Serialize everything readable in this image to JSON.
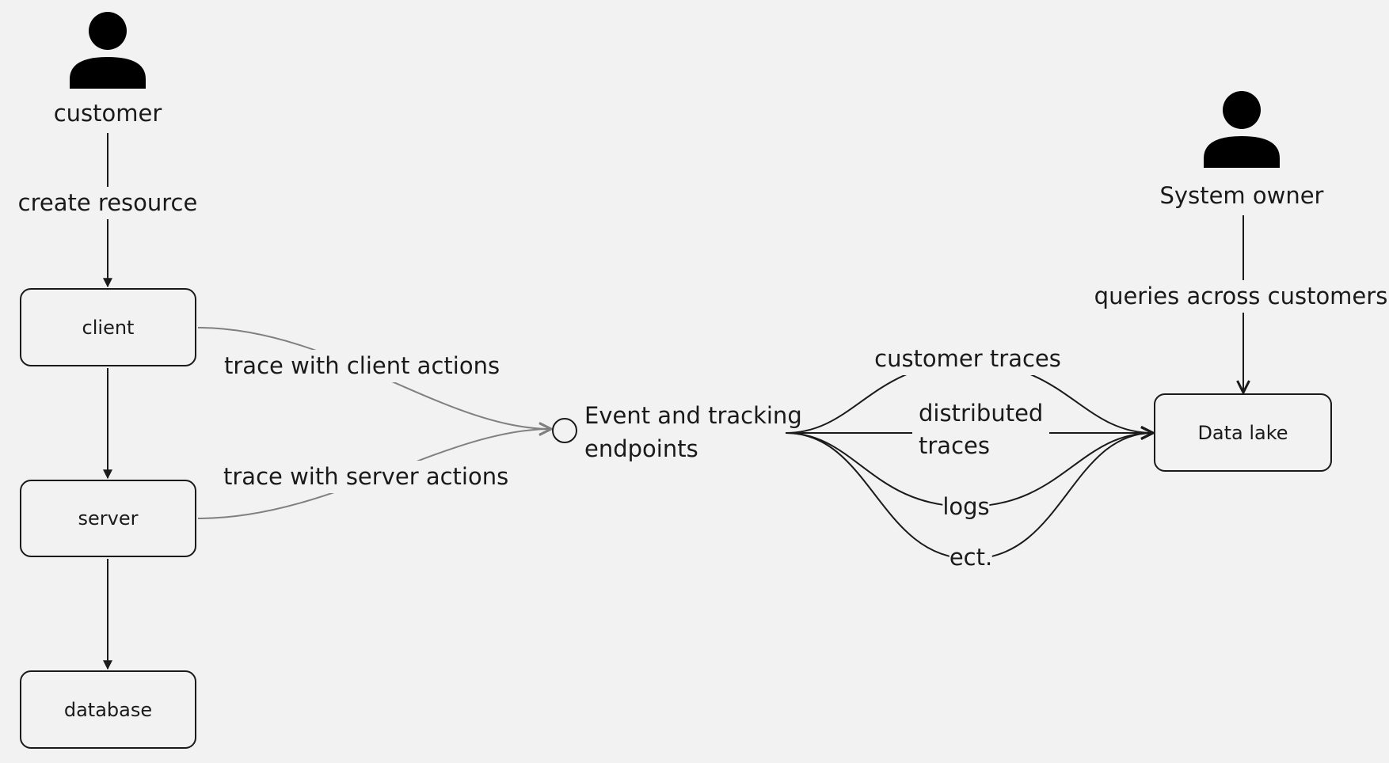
{
  "actors": {
    "customer": {
      "name": "customer",
      "icon": "person-icon"
    },
    "system_owner": {
      "name": "System owner",
      "icon": "person-icon"
    }
  },
  "nodes": {
    "client": "client",
    "server": "server",
    "database": "database",
    "data_lake": "Data lake"
  },
  "endpoint": {
    "line1": "Event and tracking",
    "line2": "endpoints"
  },
  "edges": {
    "create_resource": "create resource",
    "trace_client": "trace with client actions",
    "trace_server": "trace with server actions",
    "customer_traces": "customer traces",
    "distributed_line1": "distributed",
    "distributed_line2": "traces",
    "logs": "logs",
    "etc": "ect.",
    "queries": "queries across customers"
  },
  "colors": {
    "background": "#f2f2f2",
    "stroke": "#1a1a1a",
    "trace_stroke": "#808080"
  }
}
